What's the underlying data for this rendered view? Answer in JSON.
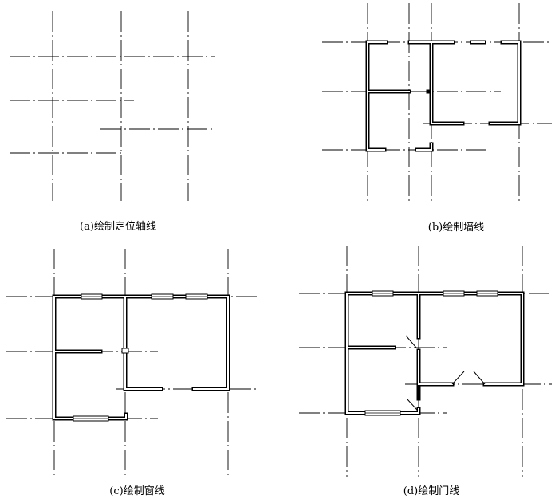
{
  "panels": [
    {
      "id": "a",
      "caption": "(a)绘制定位轴线"
    },
    {
      "id": "b",
      "caption": "(b)绘制墙线"
    },
    {
      "id": "c",
      "caption": "(c)绘制窗线"
    },
    {
      "id": "d",
      "caption": "(d)绘制门线"
    }
  ]
}
